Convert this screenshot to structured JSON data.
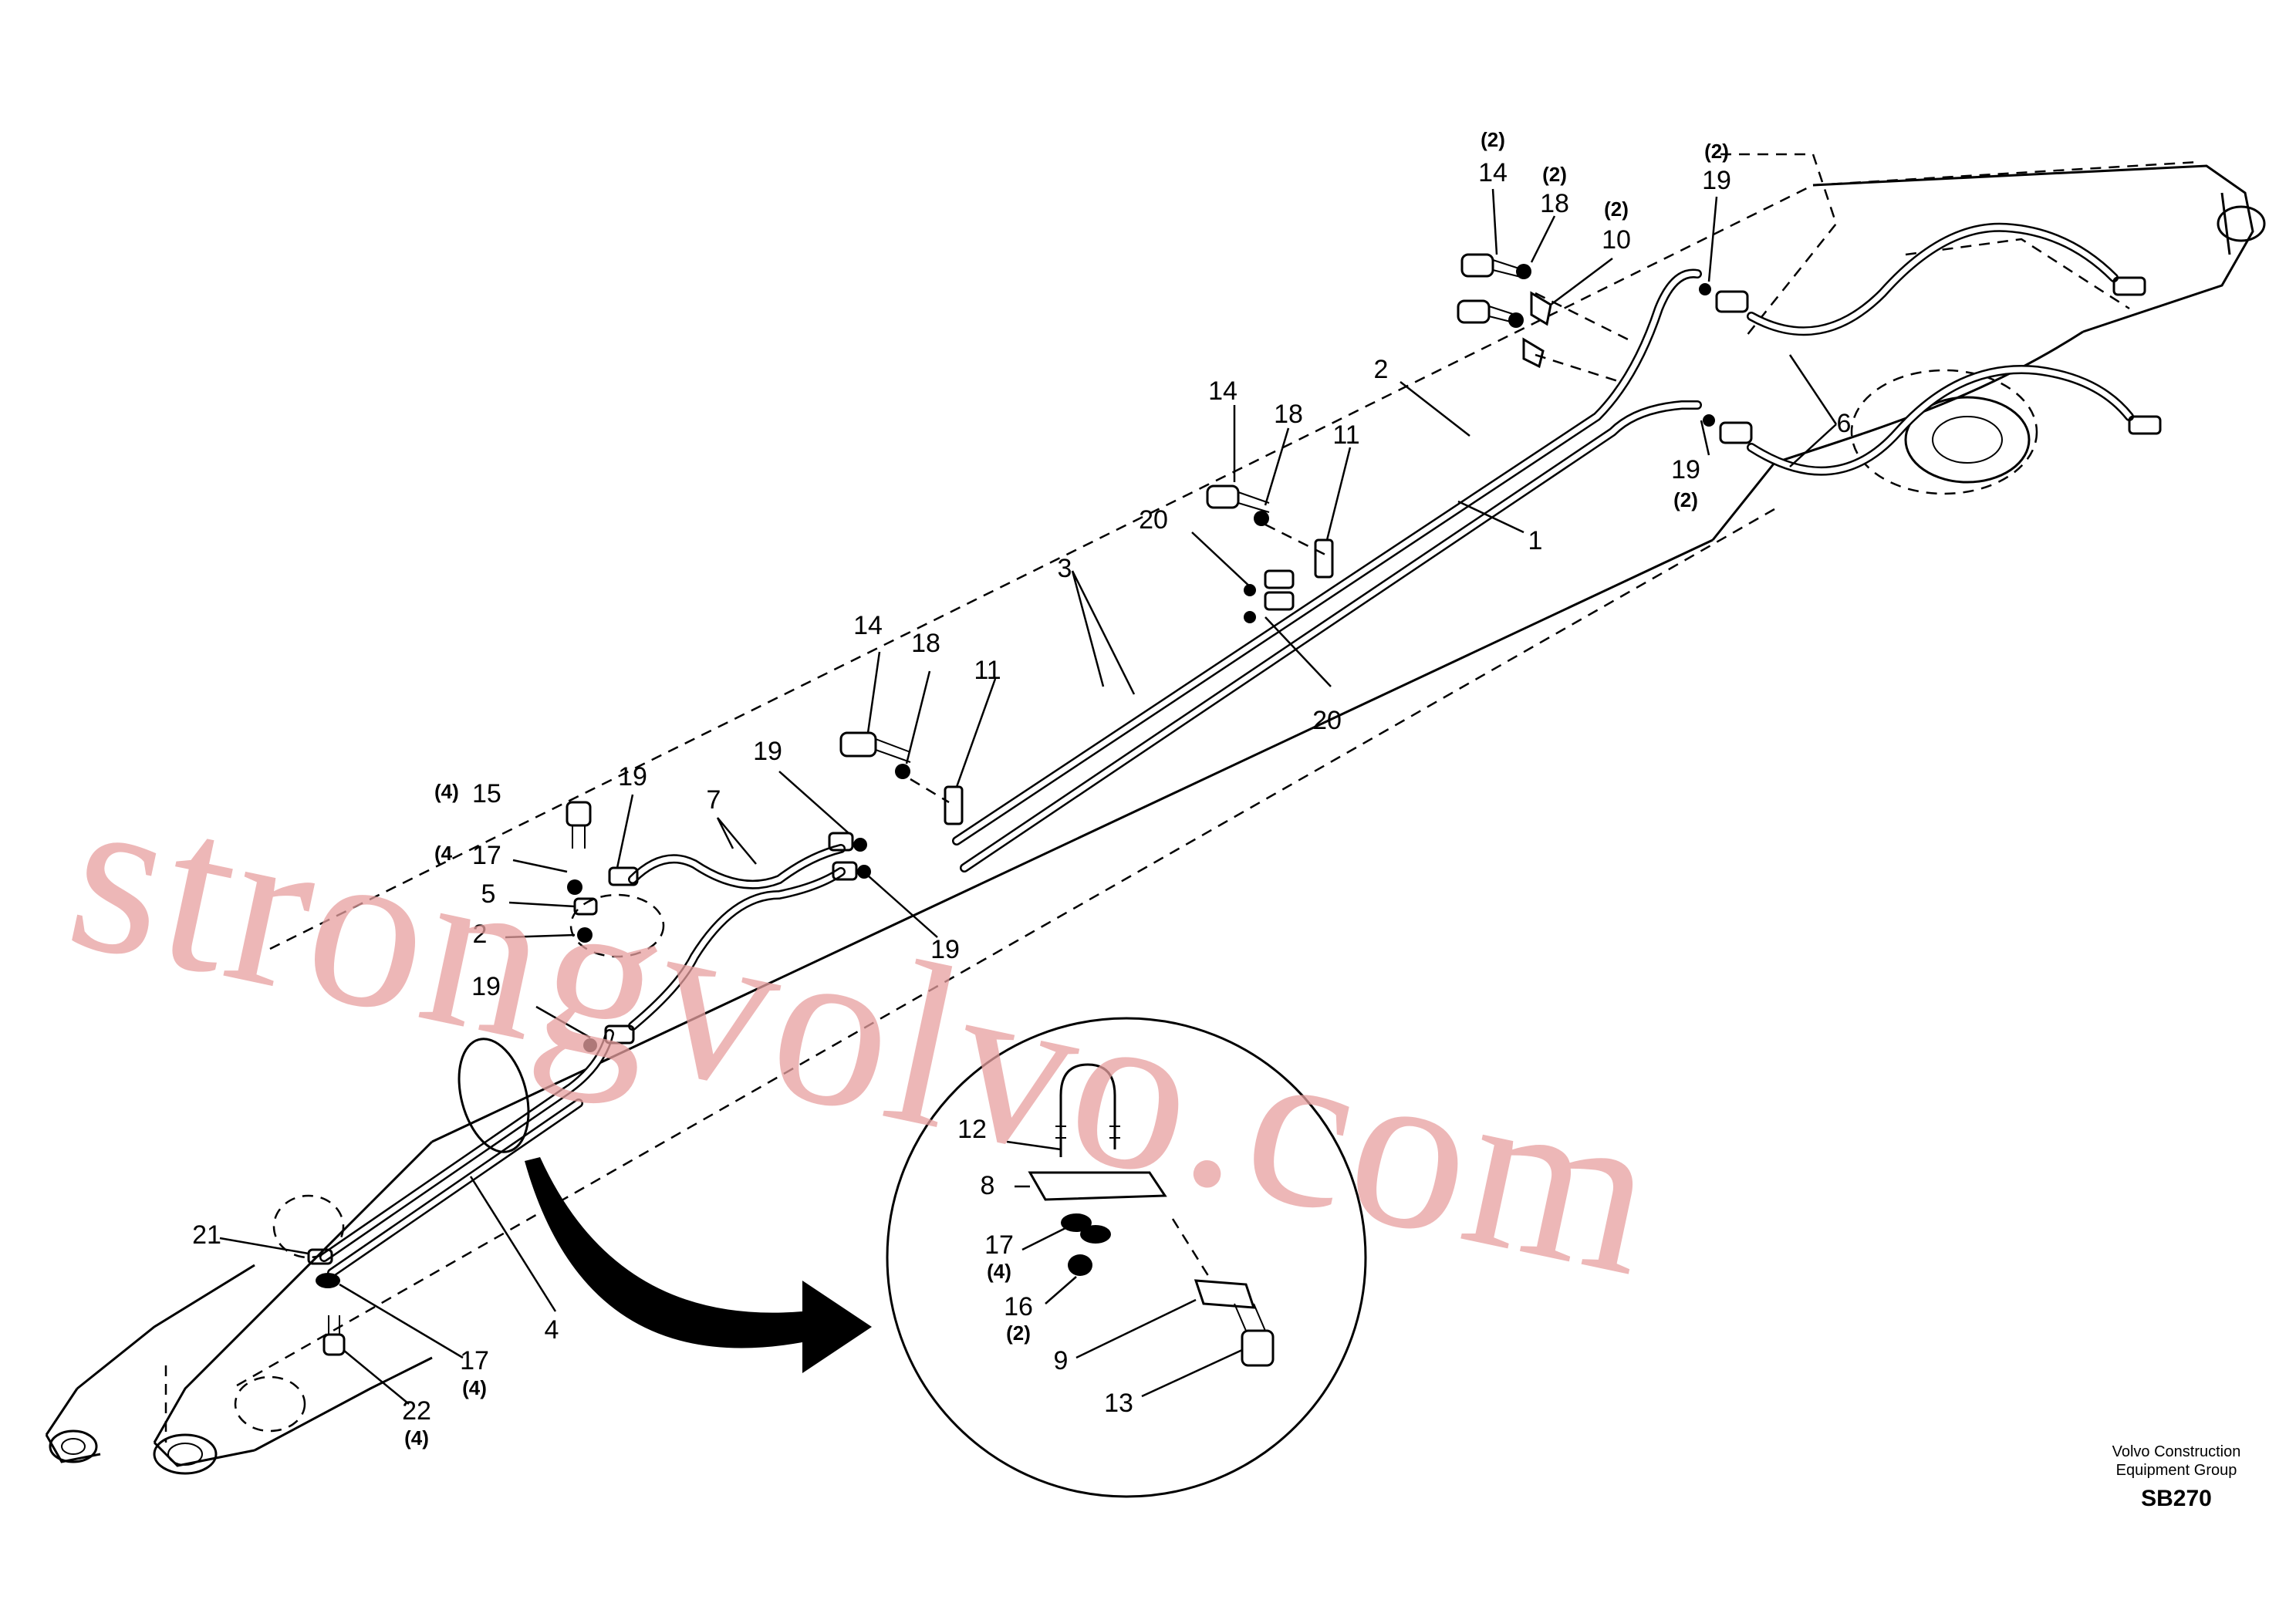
{
  "watermark": "strongvolvo.com",
  "footer": {
    "company_line1": "Volvo Construction",
    "company_line2": "Equipment Group",
    "drawing_code": "SB270"
  },
  "callouts": [
    {
      "id": "c14a",
      "num": "14",
      "qty": "(2)"
    },
    {
      "id": "c18a",
      "num": "18",
      "qty": "(2)"
    },
    {
      "id": "c10",
      "num": "10",
      "qty": "(2)"
    },
    {
      "id": "c19a",
      "num": "19",
      "qty": "(2)"
    },
    {
      "id": "c2a",
      "num": "2",
      "qty": ""
    },
    {
      "id": "c6",
      "num": "6",
      "qty": ""
    },
    {
      "id": "c1",
      "num": "1",
      "qty": ""
    },
    {
      "id": "c19b",
      "num": "19",
      "qty": "(2)"
    },
    {
      "id": "c14b",
      "num": "14",
      "qty": ""
    },
    {
      "id": "c18b",
      "num": "18",
      "qty": ""
    },
    {
      "id": "c11a",
      "num": "11",
      "qty": ""
    },
    {
      "id": "c20a",
      "num": "20",
      "qty": ""
    },
    {
      "id": "c20b",
      "num": "20",
      "qty": ""
    },
    {
      "id": "c3",
      "num": "3",
      "qty": ""
    },
    {
      "id": "c14c",
      "num": "14",
      "qty": ""
    },
    {
      "id": "c18c",
      "num": "18",
      "qty": ""
    },
    {
      "id": "c11b",
      "num": "11",
      "qty": ""
    },
    {
      "id": "c19c",
      "num": "19",
      "qty": ""
    },
    {
      "id": "c15",
      "num": "15",
      "qty": "(4)"
    },
    {
      "id": "c19d",
      "num": "19",
      "qty": ""
    },
    {
      "id": "c7",
      "num": "7",
      "qty": ""
    },
    {
      "id": "c17a",
      "num": "17",
      "qty": "(4"
    },
    {
      "id": "c5",
      "num": "5",
      "qty": ""
    },
    {
      "id": "c2b",
      "num": "2",
      "qty": ""
    },
    {
      "id": "c19e",
      "num": "19",
      "qty": ""
    },
    {
      "id": "c19f",
      "num": "19",
      "qty": ""
    },
    {
      "id": "c21",
      "num": "21",
      "qty": ""
    },
    {
      "id": "c4",
      "num": "4",
      "qty": ""
    },
    {
      "id": "c17b",
      "num": "17",
      "qty": "(4)"
    },
    {
      "id": "c22",
      "num": "22",
      "qty": "(4)"
    },
    {
      "id": "c12",
      "num": "12",
      "qty": ""
    },
    {
      "id": "c8",
      "num": "8",
      "qty": ""
    },
    {
      "id": "c17c",
      "num": "17",
      "qty": "(4)"
    },
    {
      "id": "c16",
      "num": "16",
      "qty": "(2)"
    },
    {
      "id": "c9",
      "num": "9",
      "qty": ""
    },
    {
      "id": "c13",
      "num": "13",
      "qty": ""
    }
  ]
}
